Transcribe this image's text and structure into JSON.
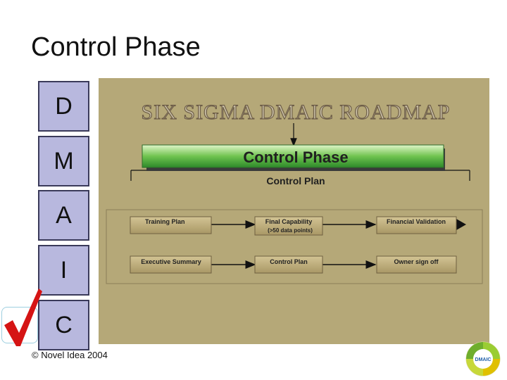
{
  "slide": {
    "title": "Control Phase",
    "copyright": "© Novel Idea 2004"
  },
  "dmaic_steps": [
    {
      "letter": "D"
    },
    {
      "letter": "M"
    },
    {
      "letter": "A"
    },
    {
      "letter": "I"
    },
    {
      "letter": "C",
      "checked": true
    }
  ],
  "roadmap": {
    "title": "SIX SIGMA  DMAIC ROADMAP",
    "phase_label": "Control Phase",
    "subheading": "Control Plan",
    "rows": [
      [
        "Training Plan",
        "Final Capability",
        "Financial Validation"
      ],
      [
        "Executive Summary",
        "Control Plan",
        "Owner sign off"
      ]
    ],
    "final_capability_note": "(>50 data points)"
  },
  "badge": {
    "center_text": "DMAIC"
  },
  "colors": {
    "panel_bg": "#b5a878",
    "step_box": "#b8b8de",
    "phase_bar_green": "#4fb04a",
    "check_red": "#d51414"
  }
}
